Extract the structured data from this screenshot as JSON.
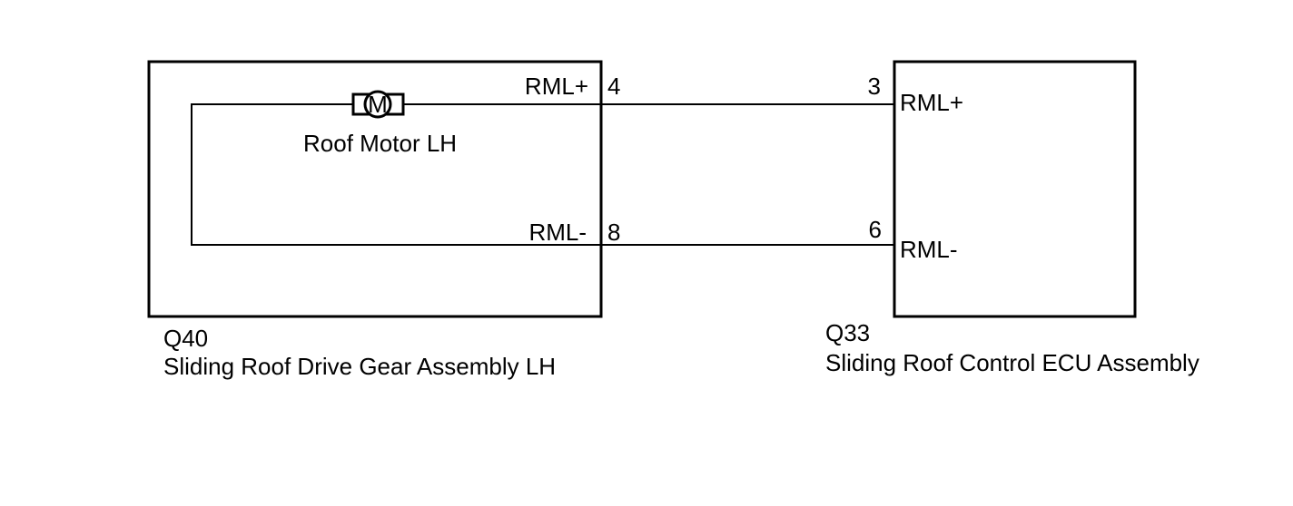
{
  "components": {
    "left": {
      "code": "Q40",
      "name": "Sliding Roof Drive Gear Assembly LH",
      "motor_label": "Roof Motor LH",
      "motor_symbol": "M",
      "pin_plus": {
        "name": "RML+",
        "number": "4"
      },
      "pin_minus": {
        "name": "RML-",
        "number": "8"
      }
    },
    "right": {
      "code": "Q33",
      "name": "Sliding Roof Control ECU Assembly",
      "pin_plus": {
        "name": "RML+",
        "number": "3"
      },
      "pin_minus": {
        "name": "RML-",
        "number": "6"
      }
    }
  }
}
